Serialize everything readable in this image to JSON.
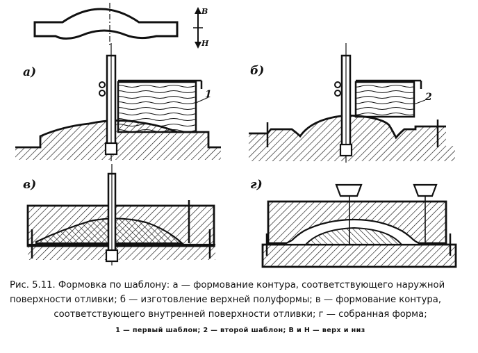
{
  "labels": {
    "a": "а)",
    "b": "б)",
    "v": "в)",
    "g": "г)",
    "template_1": "1",
    "template_2": "2",
    "axis_top": "В",
    "axis_bottom": "Н"
  },
  "caption": {
    "line1": "Рис. 5.11. Формовка по шаблону: а — формование контура, соответствующего наружной",
    "line2": "поверхности отливки; б — изготовление верхней полуформы; в — формование контура,",
    "line3": "соответствующего внутренней поверхности отливки; г — собранная форма;",
    "line4": "1 — первый шаблон; 2 — второй шаблон; В и Н — верх и низ"
  }
}
